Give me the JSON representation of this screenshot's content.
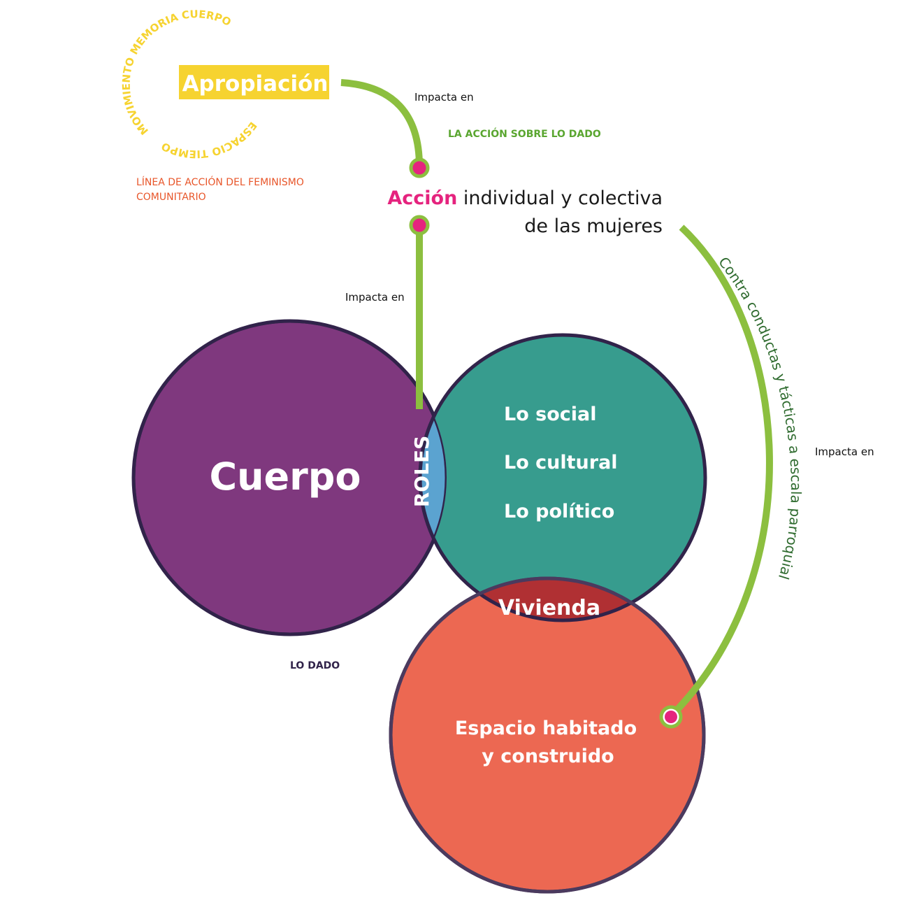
{
  "colors": {
    "green_line": "#8cbf3f",
    "pink_dot": "#e5237e",
    "yellow": "#f6d330",
    "orange_text": "#e8562a",
    "dark_green_text": "#2f6b2f",
    "green_text": "#5aa630",
    "purple": "#7f387e",
    "teal": "#379c8e",
    "coral": "#ec6852",
    "roles_blue": "#5ba3d0",
    "vivienda_red": "#b03033",
    "outline": "#31234a"
  },
  "apropiacion": {
    "label": "Apropiación",
    "ring_top": "MOVIMIENTO  MEMORIA  CUERPO",
    "ring_bottom": "ESPACIO  TIEMPO"
  },
  "linea_accion": {
    "line1": "LÍNEA DE ACCIÓN DEL FEMINISMO",
    "line2": "COMUNITARIO"
  },
  "impacta_top": "Impacta en",
  "accion_sobre": "LA ACCIÓN SOBRE LO DADO",
  "accion": {
    "highlight": "Acción",
    "rest1": " individual y colectiva",
    "line2": "de las mujeres"
  },
  "impacta_mid": "Impacta en",
  "impacta_right": "Impacta en",
  "arc_text": "Contra conductas y tácticas a escala parroquial",
  "circles": {
    "cuerpo": "Cuerpo",
    "roles": "ROLES",
    "social": "Lo social",
    "cultural": "Lo cultural",
    "politico": "Lo político",
    "vivienda": "Vivienda",
    "espacio1": "Espacio habitado",
    "espacio2": "y construido"
  },
  "lo_dado": "LO DADO"
}
